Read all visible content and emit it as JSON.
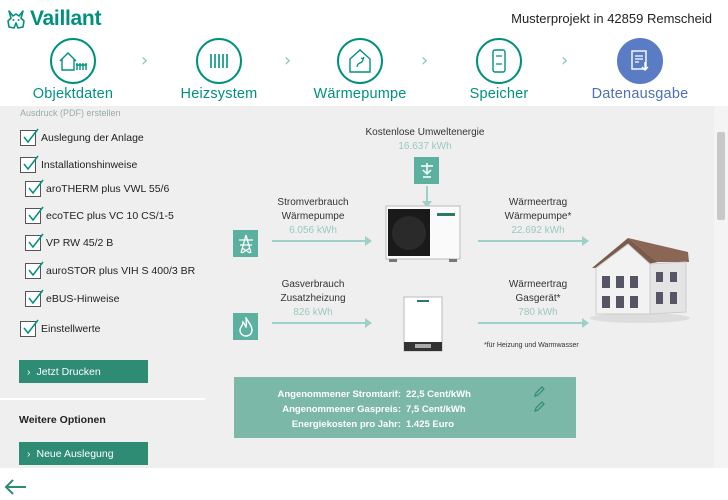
{
  "brand": {
    "name": "Vaillant"
  },
  "project": {
    "title": "Musterprojekt in 42859 Remscheid"
  },
  "steps": [
    {
      "label": "Objektdaten",
      "icon": "house-icon"
    },
    {
      "label": "Heizsystem",
      "icon": "radiator-icon"
    },
    {
      "label": "Wärmepumpe",
      "icon": "heatpump-icon"
    },
    {
      "label": "Speicher",
      "icon": "storage-tank-icon"
    },
    {
      "label": "Datenausgabe",
      "icon": "document-download-icon",
      "active": true
    }
  ],
  "left_panel": {
    "header": "Ausdruck (PDF) erstellen",
    "checkboxes": [
      {
        "label": "Auslegung der Anlage",
        "checked": true
      },
      {
        "label": "Installationshinweise",
        "checked": true
      },
      {
        "label": "aroTHERM plus VWL 55/6",
        "checked": true
      },
      {
        "label": "ecoTEC plus VC 10 CS/1-5",
        "checked": true
      },
      {
        "label": "VP RW 45/2 B",
        "checked": true
      },
      {
        "label": "auroSTOR plus VIH S 400/3 BR",
        "checked": true
      },
      {
        "label": "eBUS-Hinweise",
        "checked": true
      },
      {
        "label": "Einstellwerte",
        "checked": true
      }
    ],
    "print_button": "Jetzt Drucken",
    "more_options_title": "Weitere Optionen",
    "new_design_button": "Neue Auslegung"
  },
  "diagram": {
    "ambient": {
      "label": "Kostenlose Umweltenergie",
      "value": "16.637 kWh"
    },
    "power_consumption": {
      "label_line1": "Stromverbrauch",
      "label_line2": "Wärmepumpe",
      "value": "6.056 kWh"
    },
    "heat_yield_pump": {
      "label_line1": "Wärmeertrag",
      "label_line2": "Wärmepumpe*",
      "value": "22.692 kWh"
    },
    "gas_consumption": {
      "label_line1": "Gasverbrauch",
      "label_line2": "Zusatzheizung",
      "value": "826 kWh"
    },
    "heat_yield_gas": {
      "label_line1": "Wärmeertrag",
      "label_line2": "Gasgerät*",
      "value": "780 kWh"
    },
    "footnote": "*für Heizung und Warmwasser"
  },
  "tariff": {
    "power_label": "Angenommener Stromtarif:",
    "power_value": "22,5 Cent/kWh",
    "gas_label": "Angenommener Gaspreis:",
    "gas_value": "7,5 Cent/kWh",
    "cost_label": "Energiekosten pro Jahr:",
    "cost_value": "1.425 Euro"
  },
  "colors": {
    "brand": "#00917e",
    "active_step": "#5a7cc4",
    "button": "#2d8c73",
    "panel": "#7bb8a8"
  }
}
